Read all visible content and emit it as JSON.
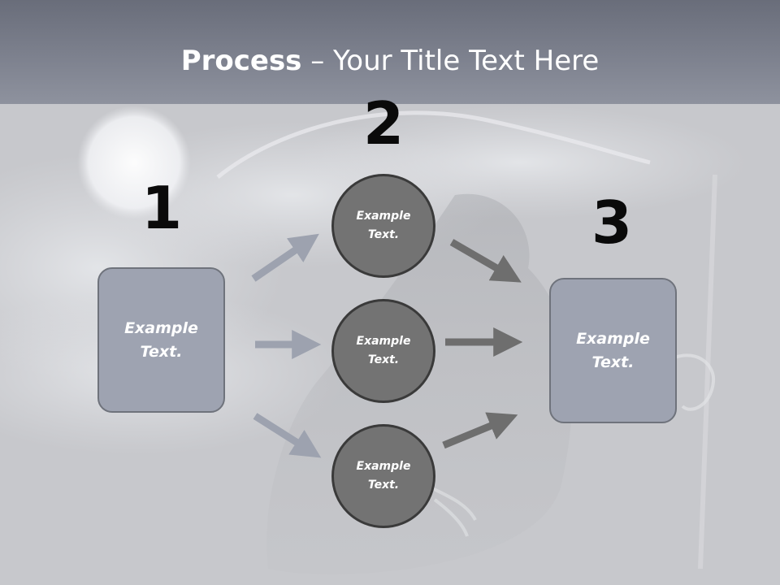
{
  "title": {
    "bold": "Process",
    "rest": " – Your Title Text Here"
  },
  "numbers": [
    "1",
    "2",
    "3"
  ],
  "left_box": {
    "text": "Example\nText."
  },
  "right_box": {
    "text": "Example\nText."
  },
  "circles": [
    {
      "text": "Example\nText."
    },
    {
      "text": "Example\nText."
    },
    {
      "text": "Example\nText."
    }
  ],
  "colors": {
    "box_fill": "#9ea3b1",
    "circle_fill": "#737373",
    "arrow_left": "#9da2af",
    "arrow_right": "#6e6e6e"
  }
}
